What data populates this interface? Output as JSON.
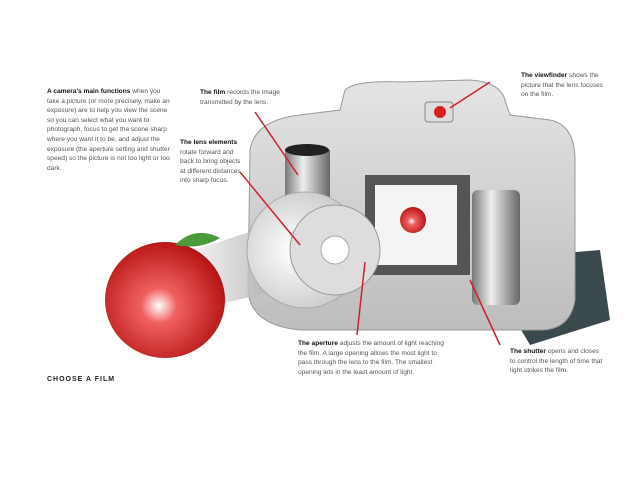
{
  "intro": {
    "title": "A camera's main functions",
    "text": "when you take a picture (or more precisely, make an exposure) are to help you view the scene so you can select what you want to photograph, focus to get the scene sharp where you want it to be, and adjust the exposure (the aperture setting and shutter speed) so the picture is not too light or too dark."
  },
  "film": {
    "title": "The film",
    "text": "records the image transmitted by the lens."
  },
  "lens": {
    "title": "The lens elements",
    "text": "rotate forward and back to bring objects at different distances into sharp focus."
  },
  "viewfinder": {
    "title": "The viewfinder",
    "text": "shows the picture that the lens focuses on the film."
  },
  "aperture": {
    "title": "The aperture",
    "text": "adjusts the amount of light reaching the film. A large opening allows the most light to pass through the lens to the film. The smallest opening lets in the least amount of light."
  },
  "shutter": {
    "title": "The shutter",
    "text": "opens and closes to control the length of time that light strikes the film."
  },
  "next_heading": "CHOOSE A FILM",
  "colors": {
    "callout_line": "#d0202a",
    "apple": "#d81e1e"
  }
}
